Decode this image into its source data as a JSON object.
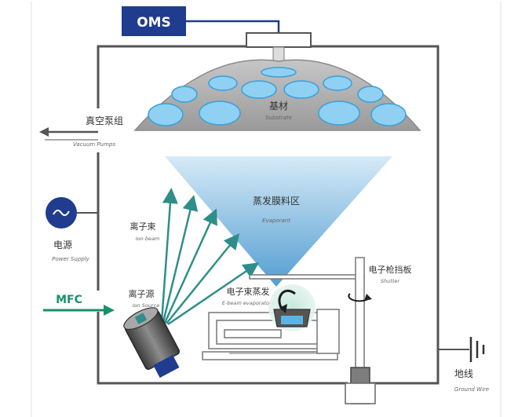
{
  "oms_label": "OMS",
  "mfc_label": "MFC",
  "substrate": {
    "cn": "基材",
    "en": "Substrate"
  },
  "vacuum_pump": {
    "cn": "真空泵组",
    "en": "Vacuum Pumps"
  },
  "power_supply": {
    "cn": "电源",
    "en": "Power Supply",
    "icon": "sine-wave-icon"
  },
  "evaporant": {
    "cn": "蒸发膜料区",
    "en": "Evaporant"
  },
  "ion_beam": {
    "cn": "离子束",
    "en": "Ion beam"
  },
  "ion_source": {
    "cn": "离子源",
    "en": "Ion Source"
  },
  "shutter": {
    "cn": "电子枪挡板",
    "en": "Shutter"
  },
  "ebeam_evaporator": {
    "cn": "电子束蒸发",
    "en": "E-beam evaporators"
  },
  "ground": {
    "cn": "地线",
    "en": "Ground Wire",
    "icon": "ground-symbol-icon"
  },
  "colors": {
    "frame": "#555555",
    "oms_box": "#1f3c8f",
    "accent_blue": "#5ab4e6",
    "green": "#1a8f6a",
    "beam": "#2f8e8a"
  }
}
